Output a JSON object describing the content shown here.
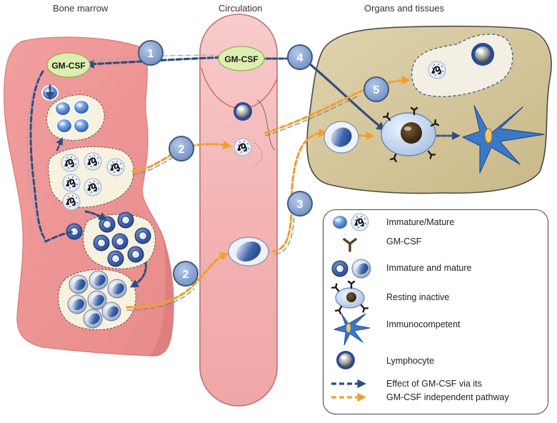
{
  "headers": {
    "bone_marrow": "Bone marrow",
    "circulation": "Circulation",
    "organs": "Organs and tissues"
  },
  "labels": {
    "gmcsf_marrow": "GM-CSF",
    "gmcsf_circulation": "GM-CSF"
  },
  "steps": [
    "1",
    "2",
    "2",
    "3",
    "4",
    "5"
  ],
  "legend": {
    "immature_mature": "Immature/Mature",
    "gmcsf": "GM-CSF",
    "immature_and_mature": "Immature and mature",
    "resting_inactive": "Resting inactive",
    "immunocompetent": "Immunocompetent",
    "lymphocyte": "Lymphocyte",
    "effect_via_receptor": "Effect of GM-CSF via its",
    "independent_pathway": "GM-CSF independent pathway"
  },
  "colors": {
    "marrow": "#ee9c9c",
    "marrow_dark": "#d97878",
    "vessel": "#f4b9b9",
    "tissue": "#d5c69c",
    "tissue_border": "#4a4a4a",
    "dependent_arrow": "#3d5a80",
    "independent_arrow": "#f0a030",
    "step_circle": "#8aa6cf",
    "gmcsf_bubble": "#dcefb0",
    "cell_blue": "#3a5fae",
    "dendritic": "#3b78c8"
  }
}
